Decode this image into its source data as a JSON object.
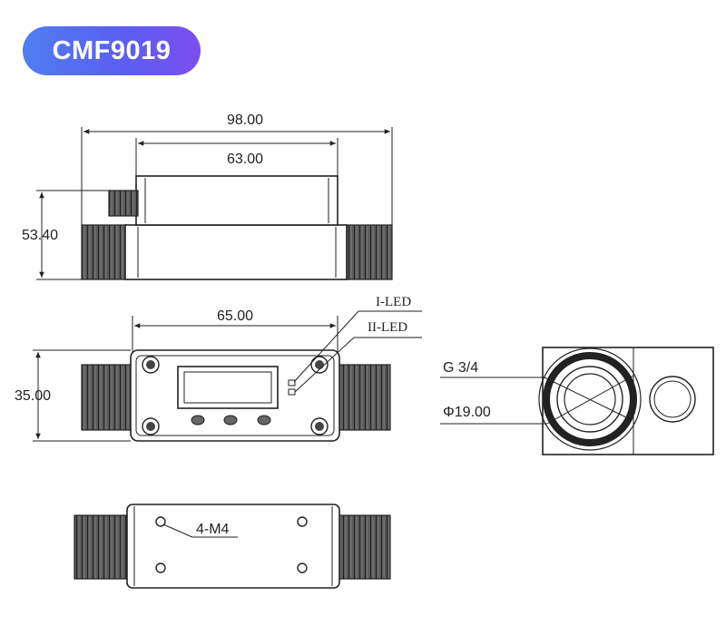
{
  "model": "CMF9019",
  "dimensions": {
    "overall_length": "98.00",
    "body_length": "63.00",
    "height": "53.40",
    "mount_length": "65.00",
    "width": "35.00",
    "thread": "G 3/4",
    "diameter": "Φ19.00",
    "mount_holes": "4-M4"
  },
  "leds": {
    "led1": "I-LED",
    "led2": "II-LED"
  }
}
